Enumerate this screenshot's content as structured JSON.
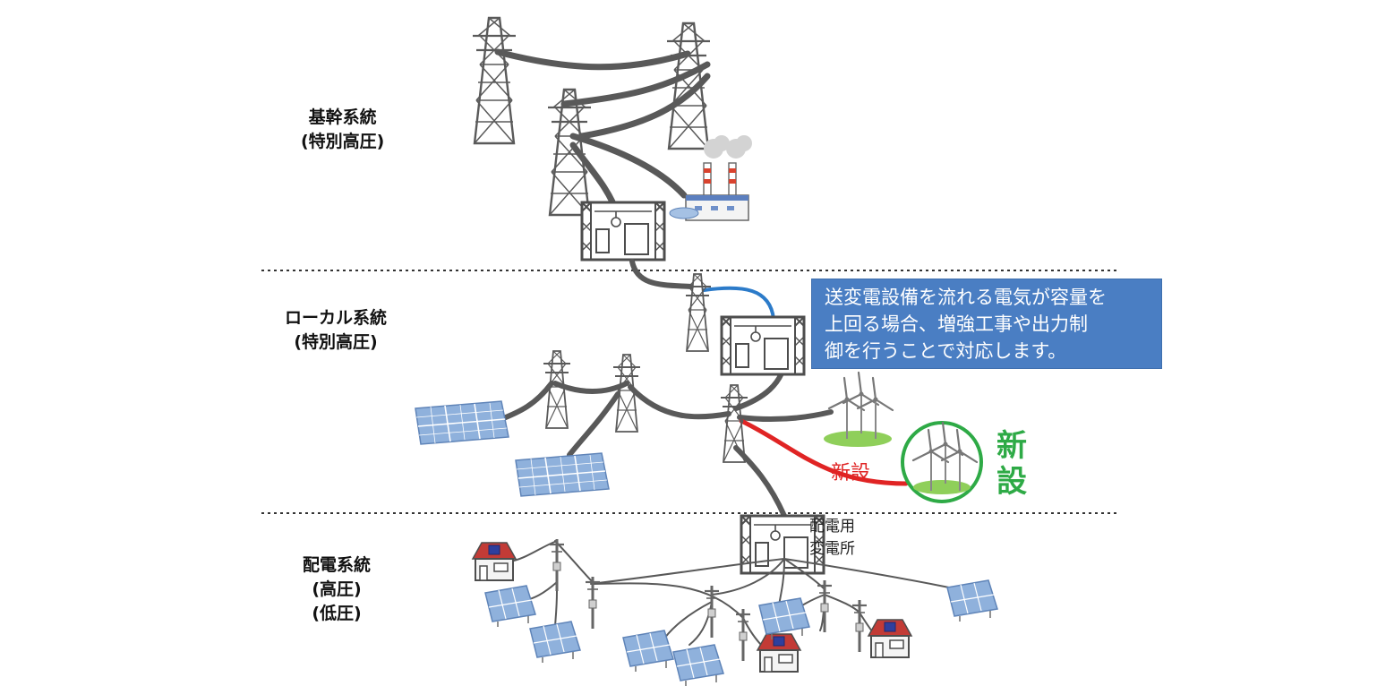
{
  "tiers": {
    "trunk": {
      "name": "基幹系統",
      "voltage": "(特別高圧)"
    },
    "local": {
      "name": "ローカル系統",
      "voltage": "(特別高圧)"
    },
    "distribution": {
      "name": "配電系統",
      "voltage_high": "(高圧)",
      "voltage_low": "(低圧)"
    }
  },
  "callout": {
    "line1": "送変電設備を流れる電気が容量を",
    "line2": "上回る場合、増強工事や出力制",
    "line3": "御を行うことで対応します。"
  },
  "new_line_label": "新設",
  "new_badge": {
    "char1": "新",
    "char2": "設"
  },
  "substation_label": {
    "line1": "配電用",
    "line2": "変電所"
  },
  "colors": {
    "new_line": "#e02424",
    "new_badge": "#2eaa46",
    "callout": "#4a7ec3",
    "upgraded_line": "#2c7bc9",
    "line": "#595959",
    "tower": "#5a5a5a"
  }
}
